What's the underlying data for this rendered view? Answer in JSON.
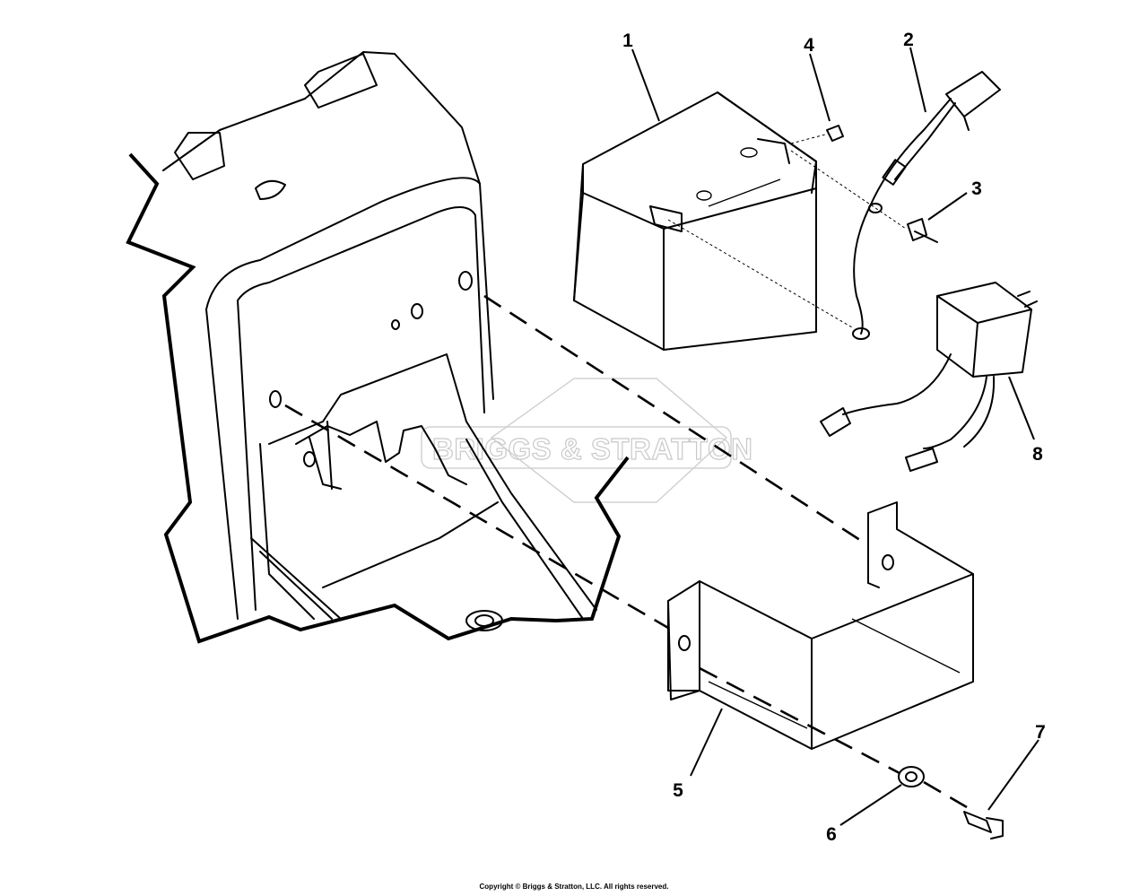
{
  "diagram": {
    "watermark": "BRIGGS & STRATTON",
    "callouts": [
      {
        "id": "1",
        "label": "1"
      },
      {
        "id": "2",
        "label": "2"
      },
      {
        "id": "3",
        "label": "3"
      },
      {
        "id": "4",
        "label": "4"
      },
      {
        "id": "5",
        "label": "5"
      },
      {
        "id": "6",
        "label": "6"
      },
      {
        "id": "7",
        "label": "7"
      },
      {
        "id": "8",
        "label": "8"
      }
    ],
    "parts": [
      "battery",
      "battery-cable",
      "screw",
      "nut",
      "battery-holder",
      "washer",
      "bolt",
      "charger"
    ]
  },
  "footer": {
    "copyright": "Copyright © Briggs & Stratton, LLC. All rights reserved."
  }
}
